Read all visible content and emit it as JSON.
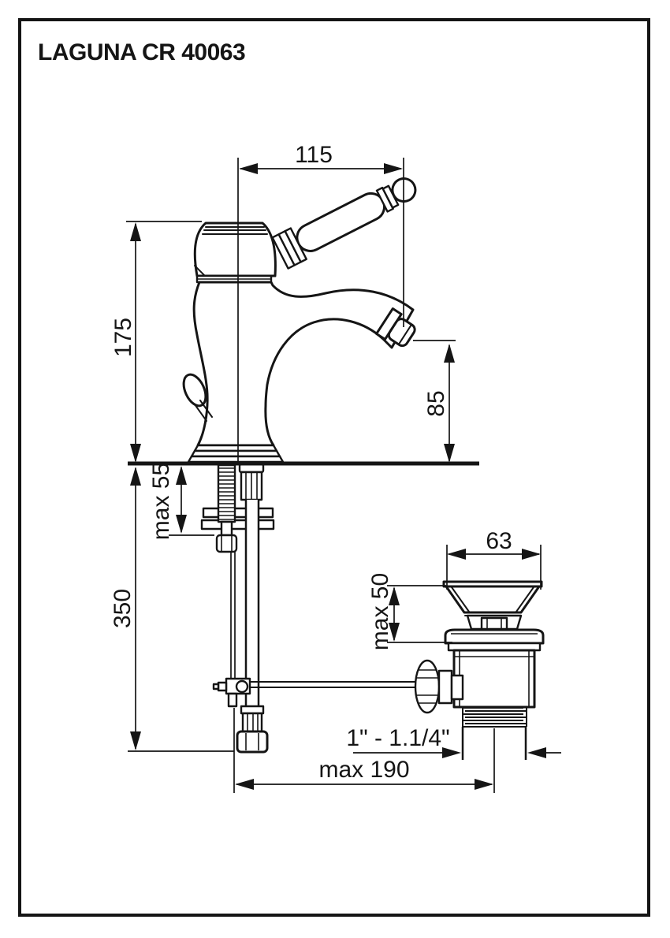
{
  "title": "LAGUNA CR 40063",
  "drawing": {
    "dims": {
      "spout_reach": "115",
      "body_height": "175",
      "spout_to_deck": "85",
      "max_deck_thickness": "max 55",
      "supply_length": "350",
      "waste_top_width": "63",
      "waste_max_deck": "max 50",
      "waste_thread": "1\" - 1.1/4\"",
      "max_total_reach": "max 190"
    }
  }
}
